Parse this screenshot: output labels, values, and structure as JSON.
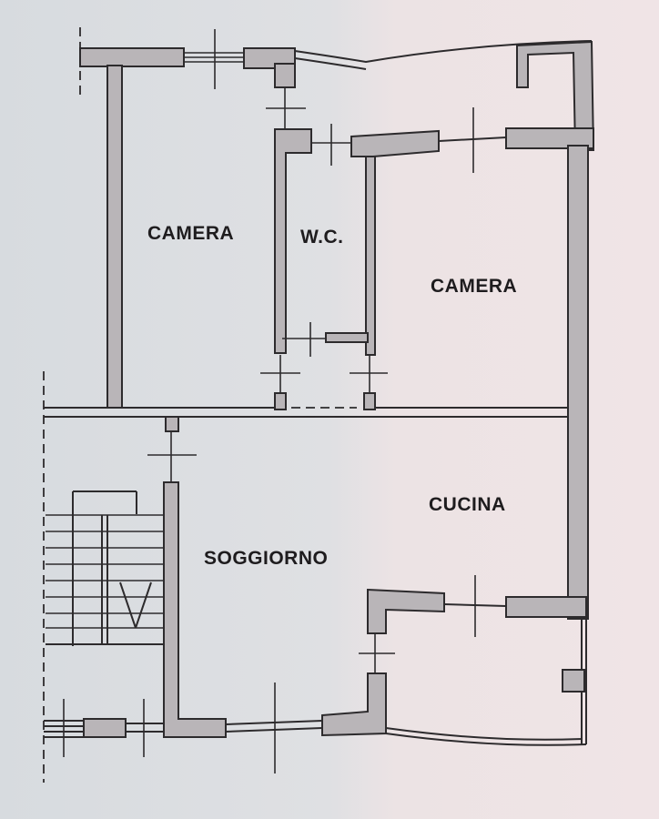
{
  "rooms": {
    "camera_left": "CAMERA",
    "wc": "W.C.",
    "camera_right": "CAMERA",
    "cucina": "CUCINA",
    "soggiorno": "SOGGIORNO"
  }
}
